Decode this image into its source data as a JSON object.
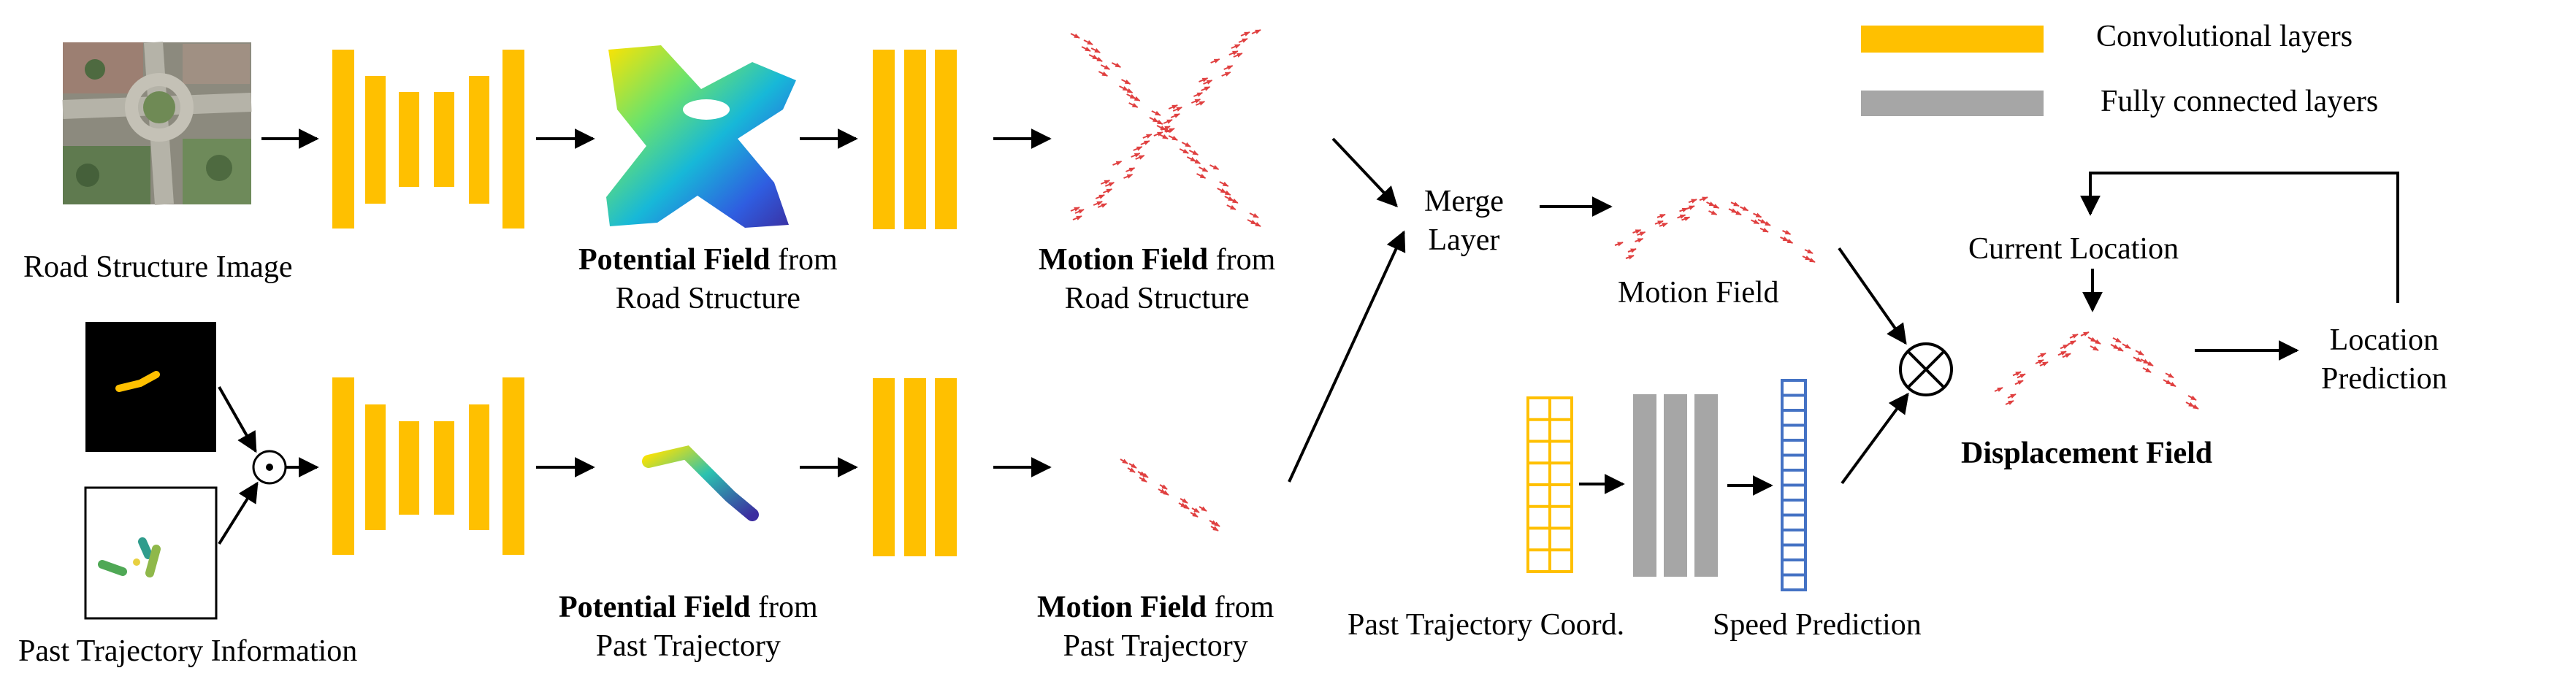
{
  "legend": {
    "conv": {
      "label": "Convolutional layers",
      "color": "#FFC000"
    },
    "fc": {
      "label": "Fully connected layers",
      "color": "#A6A6A6"
    }
  },
  "colors": {
    "arrow": "#000000",
    "field_arrow": "#E04040",
    "grid": "#4472C4",
    "conv": "#FFC000",
    "fc": "#A6A6A6"
  },
  "labels": {
    "road_image": "Road Structure Image",
    "past_info": "Past Trajectory Information",
    "pf_road_bold": "Potential Field",
    "pf_road_rest": " from",
    "pf_road_line2": "Road Structure",
    "pf_traj_bold": "Potential Field",
    "pf_traj_rest": " from",
    "pf_traj_line2": "Past Trajectory",
    "mf_road_bold": "Motion Field",
    "mf_road_rest": " from",
    "mf_road_line2": "Road Structure",
    "mf_traj_bold": "Motion Field",
    "mf_traj_rest": " from",
    "mf_traj_line2": "Past Trajectory",
    "merge_line1": "Merge",
    "merge_line2": "Layer",
    "motion_field": "Motion Field",
    "past_coord": "Past Trajectory Coord.",
    "speed_pred": "Speed Prediction",
    "current_loc": "Current Location",
    "displacement": "Displacement  Field",
    "loc_pred_line1": "Location",
    "loc_pred_line2": "Prediction"
  },
  "operators": {
    "dot": "⊙",
    "times": "⊗"
  }
}
